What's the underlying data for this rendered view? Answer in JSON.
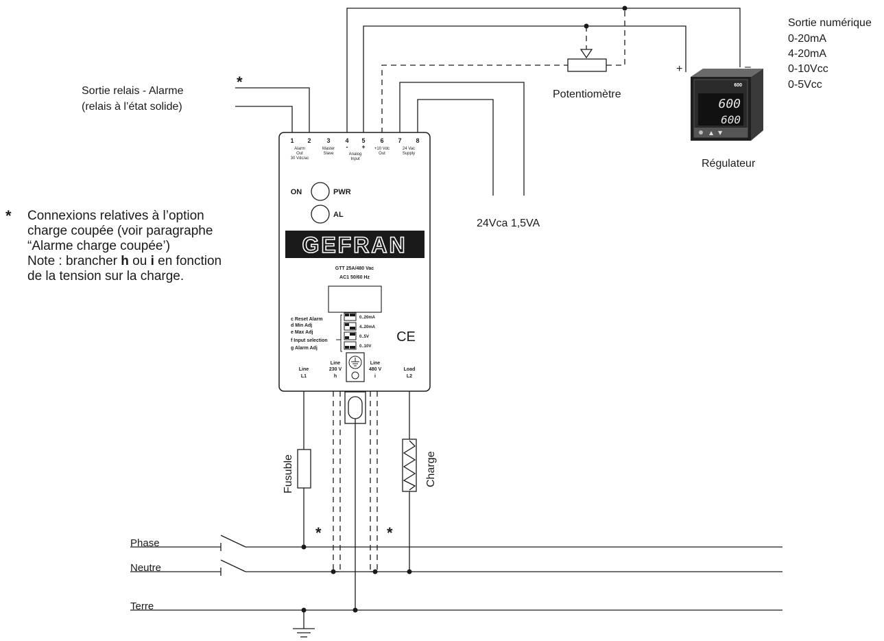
{
  "terminals": {
    "numbers": [
      "1",
      "2",
      "3",
      "4",
      "5",
      "6",
      "7",
      "8"
    ],
    "alarm_out": [
      "Alarm",
      "Out",
      "30 Vdc/ac"
    ],
    "master_slave": [
      "Master",
      "Slave"
    ],
    "analog_input": [
      "-",
      "+",
      "Analog",
      "Input"
    ],
    "vdc_out": [
      "+10 Vdc",
      "Out"
    ],
    "supply": [
      "24 Vac",
      "Supply"
    ]
  },
  "leds": {
    "on": "ON",
    "pwr": "PWR",
    "al": "AL"
  },
  "brand": "GEFRAN",
  "model_line1": "GTT 25A/480 Vac",
  "model_line2": "AC1 50/60 Hz",
  "settings": {
    "labels": [
      "c Reset Alarm",
      "d Min Adj",
      "e Max Adj",
      "f Input selection",
      "g Alarm Adj"
    ],
    "dip_options": [
      "0..20mA",
      "4..20mA",
      "0..5V",
      "0..10V"
    ]
  },
  "ce_mark": "CE",
  "power_terminals": [
    {
      "line1": "Line",
      "line2": "L1"
    },
    {
      "line1": "Line",
      "line2": "230 V",
      "line3": "h"
    },
    {
      "line1": "Line",
      "line2": "480 V",
      "line3": "i"
    },
    {
      "line1": "Load",
      "line2": "L2"
    }
  ],
  "labels": {
    "relay_out_1": "Sortie relais - Alarme",
    "relay_out_2": "(relais à l’état solide)",
    "asterisk": "*",
    "potentiometer": "Potentiomètre",
    "regulator": "Régulateur",
    "supply": "24Vca 1,5VA",
    "digital_out_title": "Sortie numérique",
    "digital_out_values": [
      "0-20mA",
      "4-20mA",
      "0-10Vcc",
      "0-5Vcc"
    ],
    "plus": "+",
    "minus": "–",
    "fuse": "Fusuble",
    "load": "Charge",
    "phase": "Phase",
    "neutral": "Neutre",
    "earth": "Terre"
  },
  "regulator_display": {
    "top": "600",
    "bottom": "600",
    "model": "600"
  },
  "footnote": {
    "star": "*",
    "line1": "Connexions relatives à l’option charge coupée (voir paragraphe “Alarme charge coupée’)",
    "note_prefix": "Note : brancher ",
    "opt_h": "h",
    "or": " ou ",
    "opt_i": "i",
    "note_suffix": " en fonction de la tension sur la charge."
  }
}
